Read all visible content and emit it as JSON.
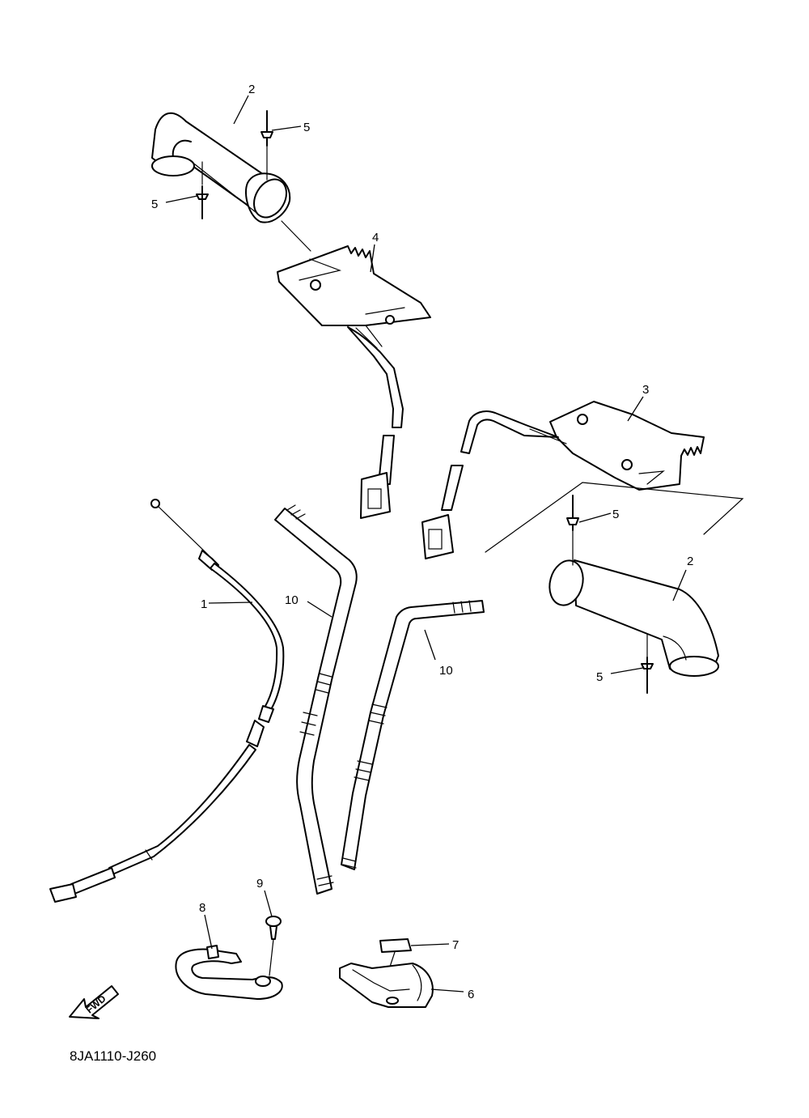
{
  "diagram": {
    "code": "8JA1110-J260",
    "fwd_label": "FWD",
    "callouts": [
      {
        "text": "1"
      },
      {
        "text": "2"
      },
      {
        "text": "2"
      },
      {
        "text": "3"
      },
      {
        "text": "4"
      },
      {
        "text": "5"
      },
      {
        "text": "5"
      },
      {
        "text": "5"
      },
      {
        "text": "5"
      },
      {
        "text": "6"
      },
      {
        "text": "7"
      },
      {
        "text": "8"
      },
      {
        "text": "9"
      },
      {
        "text": "10"
      },
      {
        "text": "10"
      }
    ]
  }
}
